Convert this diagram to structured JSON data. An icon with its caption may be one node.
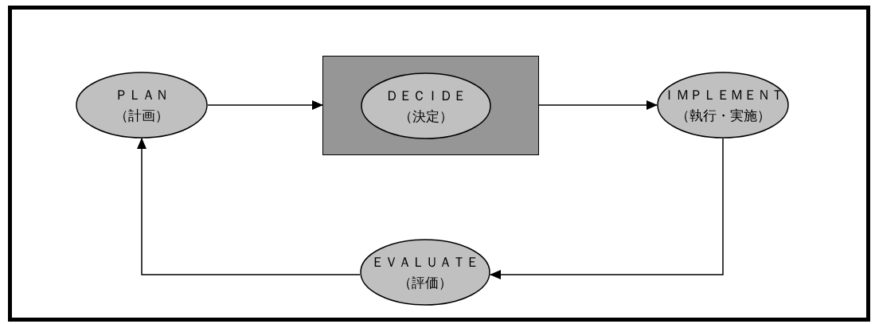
{
  "diagram": {
    "nodes": [
      {
        "text": [
          "ＰＬＡＮ",
          "（計画）"
        ]
      },
      {
        "text": [],
        "shape": "box"
      },
      {
        "text": [
          "ＤＥＣＩＤＥ",
          "（決定）"
        ],
        "in": 1
      },
      {
        "text": [
          "ＩＭＰＬＥＭＥＮＴ",
          "（執行・実施）"
        ]
      },
      {
        "text": [
          "ＥＶＡＬＵＡＴＥ",
          "（評価）"
        ]
      }
    ],
    "edges": [
      {
        "from": 0,
        "to": 1,
        "arrow": "to"
      },
      {
        "from": 1,
        "to": 3,
        "arrow": "to"
      },
      {
        "from": 3,
        "to": 4,
        "arrow": "to"
      },
      {
        "from": 4,
        "to": 0,
        "arrow": "to"
      }
    ]
  }
}
